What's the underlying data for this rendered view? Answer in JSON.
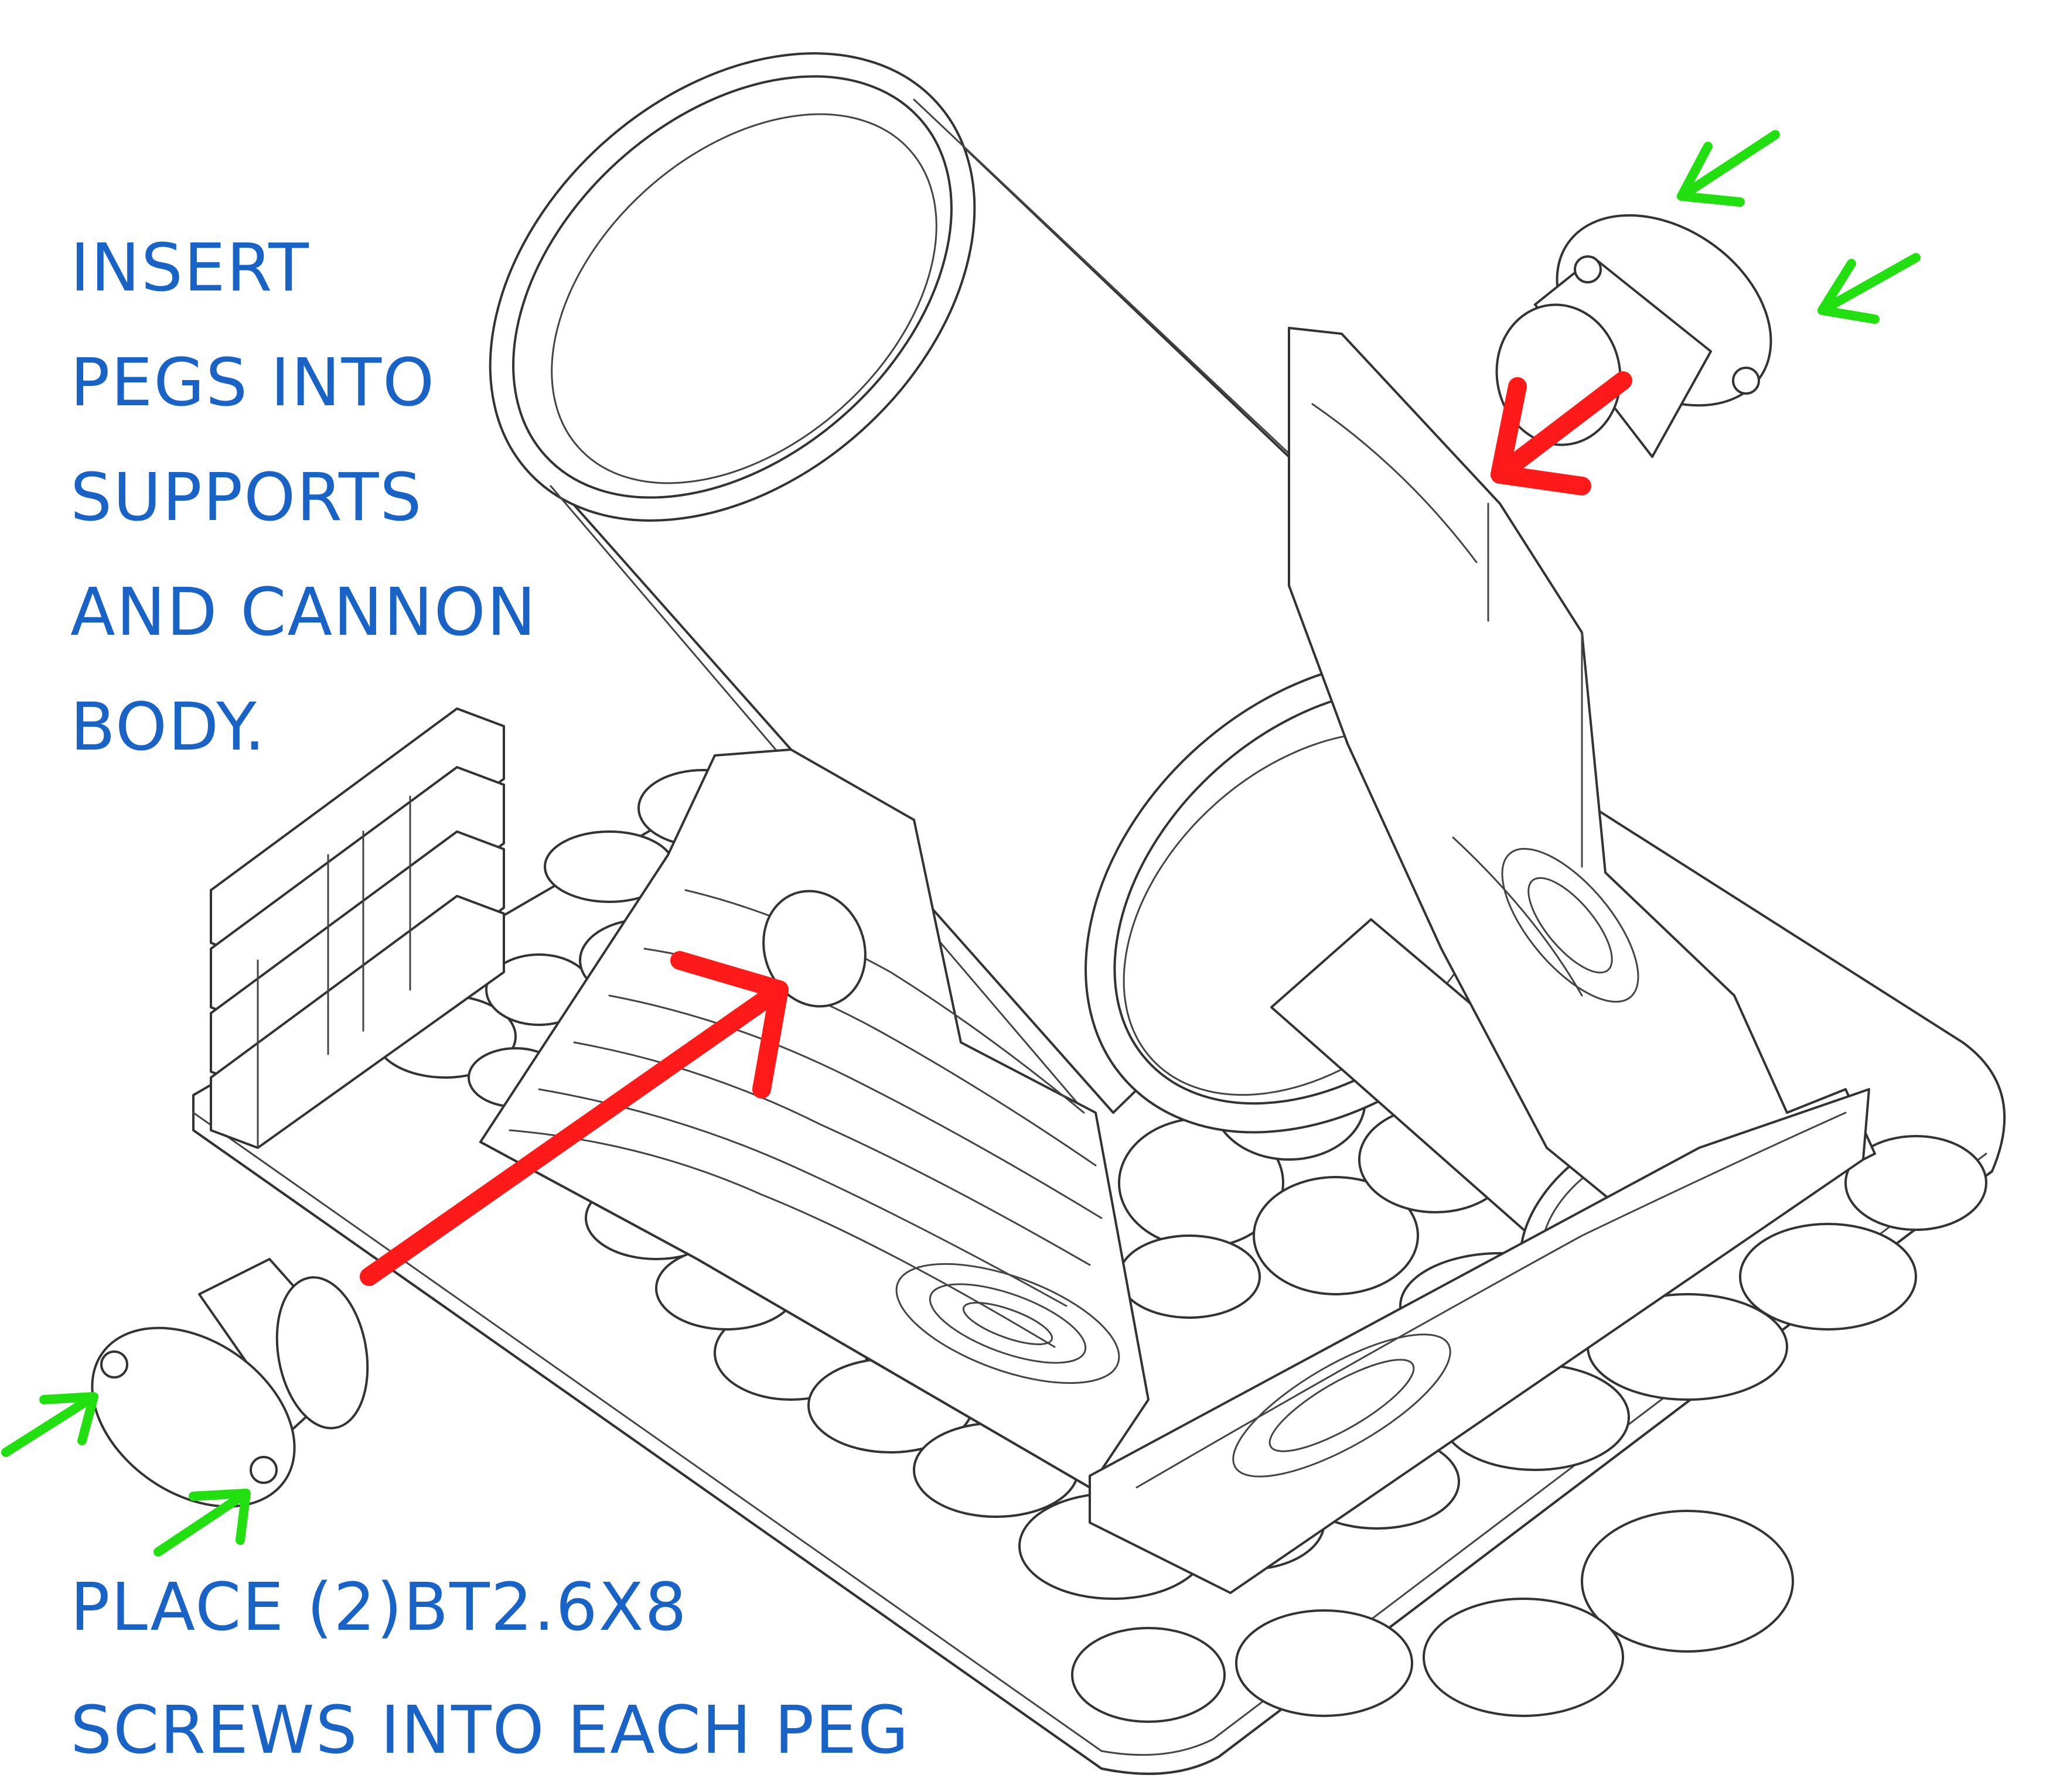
{
  "instructions": {
    "top_note": {
      "lines": [
        "INSERT",
        "PEGS INTO",
        "SUPPORTS",
        "AND CANNON",
        "BODY."
      ]
    },
    "bottom_note": {
      "lines": [
        "PLACE (2)BT2.6X8",
        "SCREWS INTO EACH PEG"
      ]
    }
  },
  "colors": {
    "text": "#1a63c6",
    "insert_arrow": "#ff1a1a",
    "screw_arrow": "#22e010",
    "line_art": "#333333"
  },
  "icons": {
    "insert_arrows": "red-arrow-icon",
    "screw_arrows": "green-arrow-icon"
  }
}
